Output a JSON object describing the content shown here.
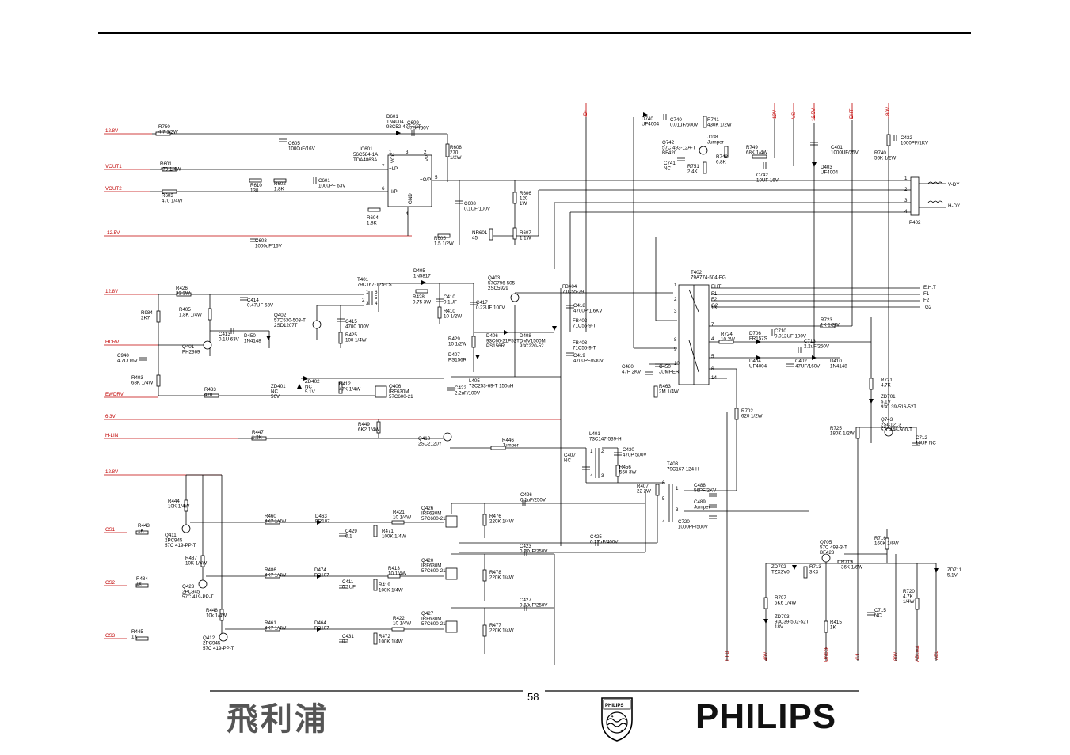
{
  "page_number": "58",
  "logos": {
    "chinese": "飛利浦",
    "shield_text": "PHILIPS",
    "brand": "PHILIPS"
  },
  "nets_left": [
    "12.8V",
    "VOUT1",
    "VOUT2",
    "-12.5V",
    "12.8V",
    "HDRV",
    "EWDRV",
    "6.3V",
    "H-LIN",
    "12.8V",
    "CS1",
    "CS2",
    "CS3"
  ],
  "nets_top": [
    "B+",
    "12V",
    "VS",
    "12.5V",
    "EHT",
    "80V"
  ],
  "nets_bottom": [
    "HFB",
    "40V",
    "Unlock",
    "G1",
    "80V",
    "ABLout",
    "ABL"
  ],
  "connector_P402": {
    "ref": "P402",
    "pins": [
      "1",
      "2",
      "3",
      "4"
    ],
    "outputs": [
      "V-DY",
      "H-DY"
    ]
  },
  "t402_outputs": [
    "E.H.T",
    "F1",
    "F2",
    "G2"
  ],
  "t402_pins": [
    "1",
    "2",
    "3",
    "4",
    "5",
    "6",
    "7",
    "8",
    "9",
    "10",
    "11",
    "12",
    "13",
    "14"
  ],
  "t402_taps": [
    "EHT",
    "F1",
    "F2",
    "G2"
  ],
  "t403_pins": [
    "1",
    "3",
    "4",
    "5",
    "6"
  ],
  "ic601": {
    "ref": "IC601",
    "part1": "56C584-1A",
    "part2": "TDA4863A",
    "pin_labels": [
      "+I/P",
      "-I/P",
      "+O/P",
      "VCC",
      "VP",
      "GND"
    ],
    "pin_numbers": [
      "1",
      "2",
      "3",
      "4",
      "5",
      "6",
      "7"
    ]
  },
  "t401_pins": [
    "1",
    "2",
    "3",
    "4",
    "5",
    "6"
  ],
  "l401_pins": [
    "1",
    "2",
    "3",
    "4"
  ],
  "components": [
    {
      "ref": "R750",
      "val": "4.7 1/2W"
    },
    {
      "ref": "C605",
      "val": "1000uF/16V"
    },
    {
      "ref": "D601",
      "val": "1N4004",
      "val2": "93C52-47T-52T"
    },
    {
      "ref": "C609",
      "val": "47UF/50V"
    },
    {
      "ref": "R608",
      "val": "270",
      "val2": "1/2W"
    },
    {
      "ref": "R601",
      "val": "470 1/4W"
    },
    {
      "ref": "R610",
      "val": "130"
    },
    {
      "ref": "R602",
      "val": "1.8K"
    },
    {
      "ref": "C601",
      "val": "1000PF 63V"
    },
    {
      "ref": "R603",
      "val": "470 1/4W"
    },
    {
      "ref": "R604",
      "val": "1.8K"
    },
    {
      "ref": "C608",
      "val": "0.1UF/100V"
    },
    {
      "ref": "R606",
      "val": "120",
      "val2": "1W"
    },
    {
      "ref": "C603",
      "val": "1000uF/16V"
    },
    {
      "ref": "R605",
      "val": "1.5 1/2W"
    },
    {
      "ref": "NR601",
      "val": "45"
    },
    {
      "ref": "R607",
      "val": "1 1W"
    },
    {
      "ref": "D740",
      "val": "UF4004"
    },
    {
      "ref": "C740",
      "val": "0.01uF/500V"
    },
    {
      "ref": "R741",
      "val": "430K 1/2W"
    },
    {
      "ref": "Q742",
      "val": "57C 493-12A-T",
      "val2": "BF420"
    },
    {
      "ref": "J038",
      "val": "Jumper"
    },
    {
      "ref": "C741",
      "val": "NC"
    },
    {
      "ref": "R751",
      "val": "2.4K"
    },
    {
      "ref": "R748",
      "val": "6.8K"
    },
    {
      "ref": "R749",
      "val": "68K 1/4W"
    },
    {
      "ref": "C742",
      "val": "10UF 16V"
    },
    {
      "ref": "C401",
      "val": "1000UF/25V"
    },
    {
      "ref": "D403",
      "val": "UF4004"
    },
    {
      "ref": "R740",
      "val": "56K 1/2W"
    },
    {
      "ref": "C432",
      "val": "1000PF/1KV"
    },
    {
      "ref": "R426",
      "val": "33 3W"
    },
    {
      "ref": "C414",
      "val": "0.47UF 63V"
    },
    {
      "ref": "R984",
      "val": "2K7"
    },
    {
      "ref": "R405",
      "val": "1.8K 1/4W"
    },
    {
      "ref": "Q402",
      "val": "57C530-503-T",
      "val2": "2SD1207T"
    },
    {
      "ref": "C413",
      "val": "0.1U 63V"
    },
    {
      "ref": "D450",
      "val": "1N4148"
    },
    {
      "ref": "Q401",
      "val": "PH2369"
    },
    {
      "ref": "C940",
      "val": "4.7U 16V"
    },
    {
      "ref": "R403",
      "val": "68K 1/4W"
    },
    {
      "ref": "T401",
      "val": "79C167-125-LS"
    },
    {
      "ref": "D405",
      "val": "1N5817"
    },
    {
      "ref": "R428",
      "val": "0.75 3W"
    },
    {
      "ref": "C410",
      "val": "0.1UF"
    },
    {
      "ref": "R410",
      "val": "10 1/2W"
    },
    {
      "ref": "C415",
      "val": "4700 100V"
    },
    {
      "ref": "R425",
      "val": "100 1/4W"
    },
    {
      "ref": "Q403",
      "val": "57C796-505",
      "val2": "2SC5929"
    },
    {
      "ref": "C417",
      "val": "0.22UF 100V"
    },
    {
      "ref": "D406",
      "val": "93C60-21P52T",
      "val2": "PS156R"
    },
    {
      "ref": "D408",
      "val": "DMV1500M",
      "val2": "93C220-52"
    },
    {
      "ref": "R429",
      "val": "10 1/2W"
    },
    {
      "ref": "D407",
      "val": "PS156R"
    },
    {
      "ref": "C418",
      "val": "4700P/1.6KV"
    },
    {
      "ref": "FB402",
      "val": "71C55-9-T"
    },
    {
      "ref": "FB403",
      "val": "71C55-9-T"
    },
    {
      "ref": "C419",
      "val": "4700PF/630V"
    },
    {
      "ref": "FB404",
      "val": "71C55-29"
    },
    {
      "ref": "ZD402",
      "val": "NC",
      "val2": "5.1V"
    },
    {
      "ref": "ZD401",
      "val": "NC",
      "val2": "56V"
    },
    {
      "ref": "R412",
      "val": "47K 1/4W"
    },
    {
      "ref": "Q406",
      "val": "IRF630M",
      "val2": "57C600-21"
    },
    {
      "ref": "L405",
      "val": "73C253-69-T 150uH"
    },
    {
      "ref": "C422",
      "val": "2.2uF/100V"
    },
    {
      "ref": "R433",
      "val": "470"
    },
    {
      "ref": "R449",
      "val": "6K2 1/4W"
    },
    {
      "ref": "R447",
      "val": "1.2K"
    },
    {
      "ref": "Q410",
      "val": "2SC2120Y"
    },
    {
      "ref": "R446",
      "val": "Jumper"
    },
    {
      "ref": "T402",
      "val": "79A774-504-EG"
    },
    {
      "ref": "R723",
      "val": "1K 1/2W"
    },
    {
      "ref": "D706",
      "val": "FR157S"
    },
    {
      "ref": "C710",
      "val": "0.012UF 100V"
    },
    {
      "ref": "R724",
      "val": "10 2W"
    },
    {
      "ref": "C713",
      "val": "2.2uF/250V"
    },
    {
      "ref": "D404",
      "val": "UF4004"
    },
    {
      "ref": "C402",
      "val": "47UF/160V"
    },
    {
      "ref": "D410",
      "val": "1N4148"
    },
    {
      "ref": "C480",
      "val": "47P 2KV"
    },
    {
      "ref": "C450",
      "val": "JUMPER"
    },
    {
      "ref": "R463",
      "val": "2M 1/4W"
    },
    {
      "ref": "R721",
      "val": "4.7K"
    },
    {
      "ref": "ZD701",
      "val": "5.1V",
      "val2": "93C 39-516-52T"
    },
    {
      "ref": "Q743",
      "val": "2SC1213",
      "val2": "57C446-500-T"
    },
    {
      "ref": "R702",
      "val": "620 1/2W"
    },
    {
      "ref": "R725",
      "val": "180K 1/2W"
    },
    {
      "ref": "C712",
      "val": "10UF NC"
    },
    {
      "ref": "L401",
      "val": "73C147-539-H"
    },
    {
      "ref": "C430",
      "val": "470P 500V"
    },
    {
      "ref": "C407",
      "val": "NC"
    },
    {
      "ref": "R456",
      "val": "560 3W"
    },
    {
      "ref": "T403",
      "val": "79C167-124-H"
    },
    {
      "ref": "R407",
      "val": "22 2W"
    },
    {
      "ref": "C488",
      "val": "56PF/2KV"
    },
    {
      "ref": "C489",
      "val": "Jumper"
    },
    {
      "ref": "C720",
      "val": "1000PF/500V"
    },
    {
      "ref": "R444",
      "val": "10K 1/4W"
    },
    {
      "ref": "R443",
      "val": "1K"
    },
    {
      "ref": "Q411",
      "val": "2PC945",
      "val2": "57C 419-PP-T"
    },
    {
      "ref": "R460",
      "val": "4K7 1/4W"
    },
    {
      "ref": "D463",
      "val": "FR107"
    },
    {
      "ref": "C429",
      "val": "0.1"
    },
    {
      "ref": "R421",
      "val": "10 1/4W"
    },
    {
      "ref": "Q426",
      "val": "IRF630M",
      "val2": "57C600-21"
    },
    {
      "ref": "R471",
      "val": "100K 1/4W"
    },
    {
      "ref": "C426",
      "val": "0.1uF/250V"
    },
    {
      "ref": "R476",
      "val": "220K 1/4W"
    },
    {
      "ref": "C425",
      "val": "0.27uF/400V"
    },
    {
      "ref": "C423",
      "val": "0.27uF/250V"
    },
    {
      "ref": "R487",
      "val": "10K 1/4W"
    },
    {
      "ref": "R484",
      "val": "1k"
    },
    {
      "ref": "Q423",
      "val": "2PC945",
      "val2": "57C 419-PP-T"
    },
    {
      "ref": "R486",
      "val": "4K7 1/4W"
    },
    {
      "ref": "D474",
      "val": "FR107"
    },
    {
      "ref": "C411",
      "val": "0.1UF"
    },
    {
      "ref": "R413",
      "val": "10 1/4W"
    },
    {
      "ref": "Q420",
      "val": "IRF630M",
      "val2": "57C600-21"
    },
    {
      "ref": "R419",
      "val": "100K 1/4W"
    },
    {
      "ref": "R478",
      "val": "220K 1/4W"
    },
    {
      "ref": "C427",
      "val": "0.68uF/250V"
    },
    {
      "ref": "R448",
      "val": "10k 1/4W"
    },
    {
      "ref": "R445",
      "val": "1K"
    },
    {
      "ref": "Q412",
      "val": "2PC945",
      "val2": "57C 419-PP-T"
    },
    {
      "ref": "R461",
      "val": "4K7 1/4W"
    },
    {
      "ref": "D464",
      "val": "FR107"
    },
    {
      "ref": "C431",
      "val": "0.1"
    },
    {
      "ref": "R422",
      "val": "10 1/4W"
    },
    {
      "ref": "Q427",
      "val": "IRF630M",
      "val2": "57C600-21"
    },
    {
      "ref": "R472",
      "val": "100K 1/4W"
    },
    {
      "ref": "R477",
      "val": "220K 1/4W"
    },
    {
      "ref": "Q705",
      "val": "57C 498-3-T",
      "val2": "BF423"
    },
    {
      "ref": "ZD702",
      "val": "TZX3V0"
    },
    {
      "ref": "R713",
      "val": "3K3"
    },
    {
      "ref": "R715",
      "val": "36K 1/6W"
    },
    {
      "ref": "R716",
      "val": "160K 1/6W"
    },
    {
      "ref": "ZD711",
      "val": "5.1V"
    },
    {
      "ref": "R720",
      "val": "4.7K",
      "val2": "1/4W"
    },
    {
      "ref": "R707",
      "val": "5K6 1/4W"
    },
    {
      "ref": "ZD703",
      "val": "93C39-502-52T",
      "val2": "18V"
    },
    {
      "ref": "R415",
      "val": "1K"
    },
    {
      "ref": "C715",
      "val": "NC"
    }
  ]
}
